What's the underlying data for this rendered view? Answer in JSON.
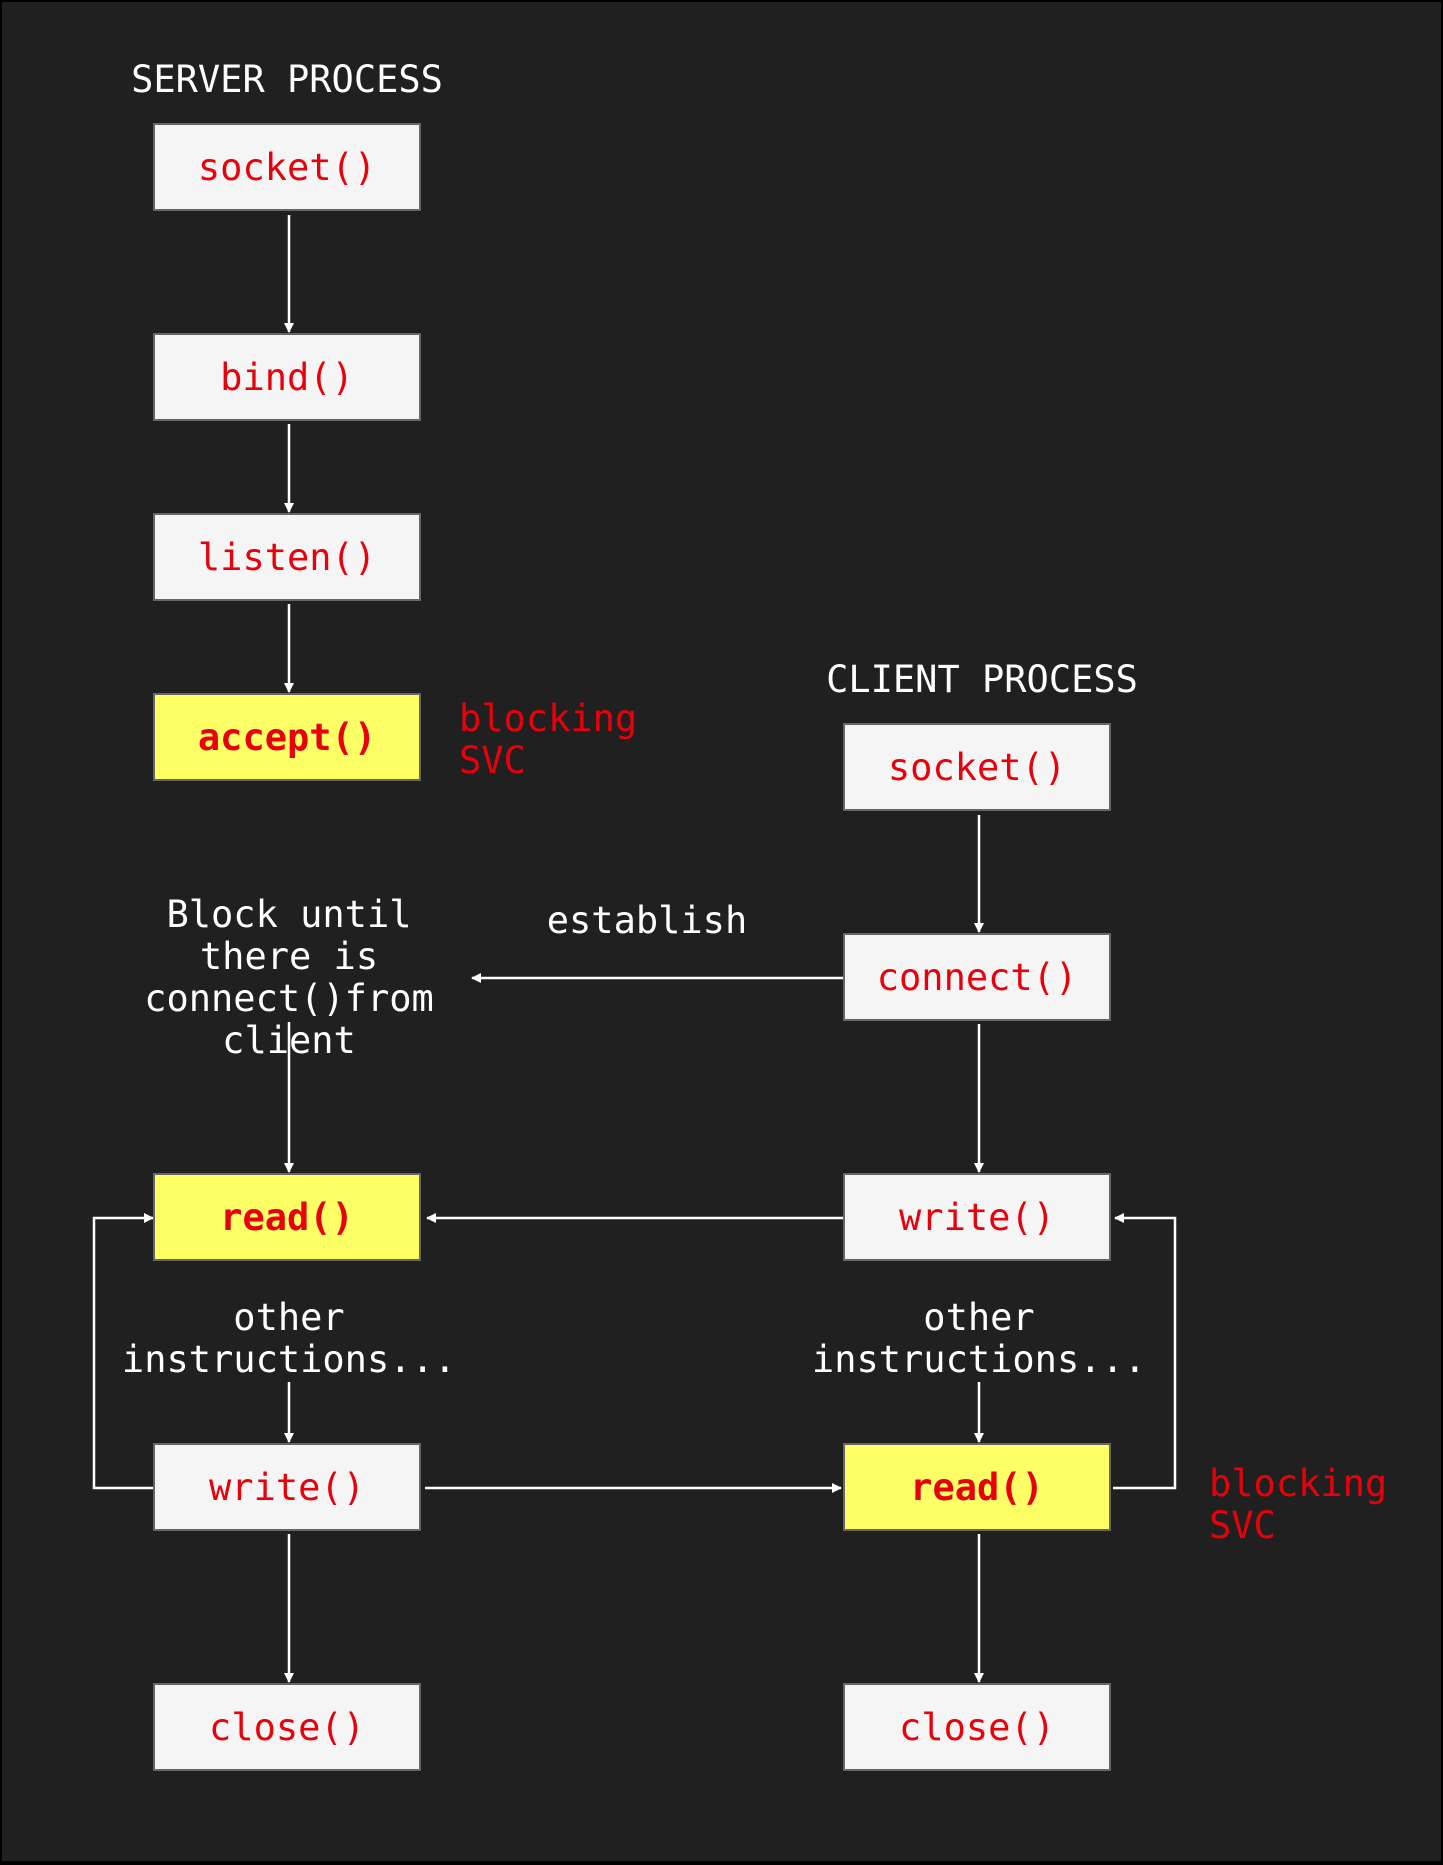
{
  "colors": {
    "background": "#202020",
    "box_fill": "#f5f5f5",
    "highlight_fill": "#ffff66",
    "call_text": "#e8000b",
    "label_text": "#ffffff",
    "arrow": "#ffffff"
  },
  "server": {
    "title": "SERVER PROCESS",
    "socket": "socket()",
    "bind": "bind()",
    "listen": "listen()",
    "accept": "accept()",
    "accept_note": "blocking\nSVC",
    "block_note": "Block until\nthere is\nconnect()from\nclient",
    "read": "read()",
    "other": "other\ninstructions...",
    "write": "write()",
    "close": "close()"
  },
  "client": {
    "title": "CLIENT PROCESS",
    "socket": "socket()",
    "connect": "connect()",
    "establish": "establish",
    "write": "write()",
    "other": "other\ninstructions...",
    "read": "read()",
    "read_note": "blocking\nSVC",
    "close": "close()"
  }
}
